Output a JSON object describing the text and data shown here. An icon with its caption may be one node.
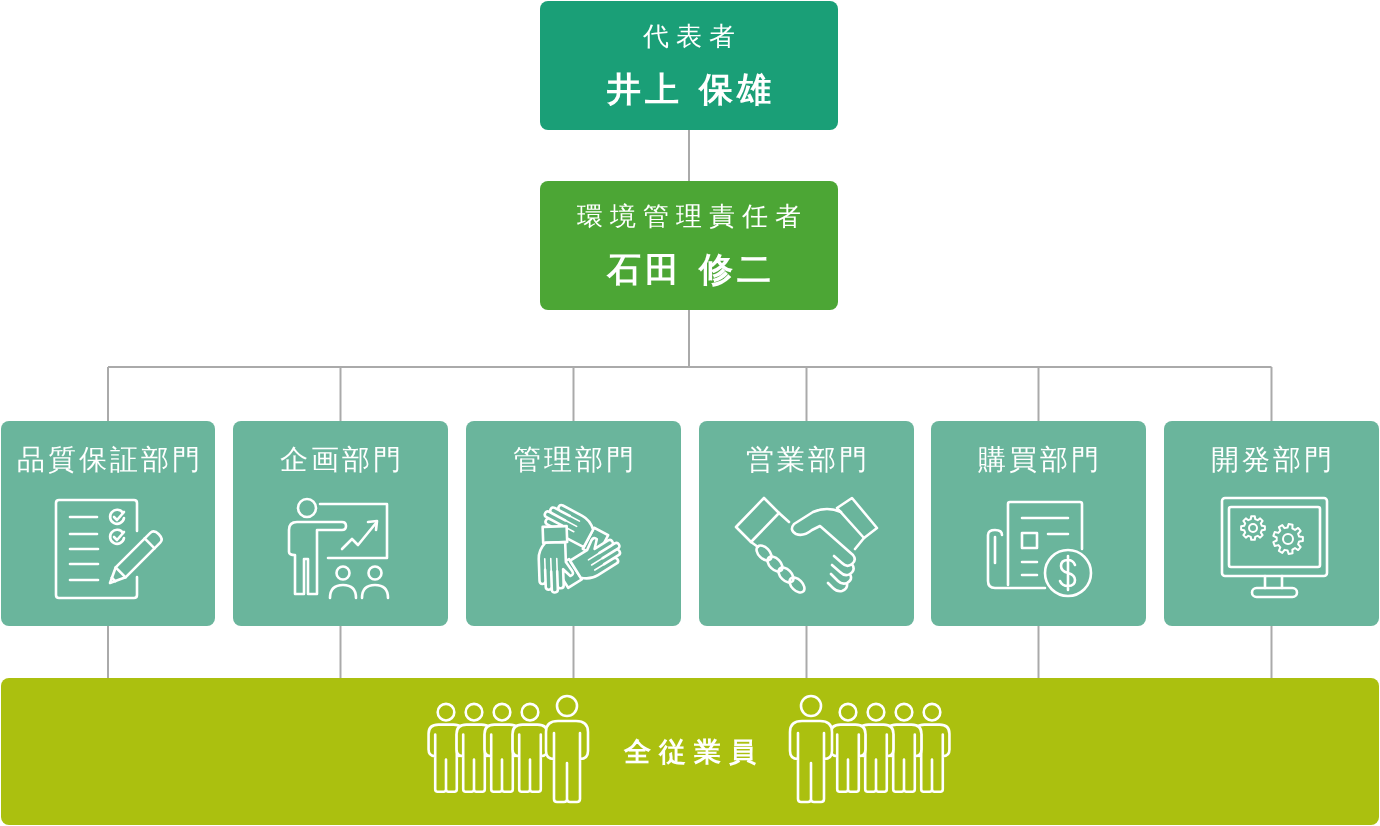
{
  "diagram": {
    "nodes": [
      {
        "text": [
          "代表者",
          "井上 保雄"
        ]
      },
      {
        "text": [
          "環境管理責任者",
          "石田 修二"
        ]
      },
      {
        "text": [
          "品質保証部門"
        ]
      },
      {
        "text": [
          "企画部門"
        ]
      },
      {
        "text": [
          "管理部門"
        ]
      },
      {
        "text": [
          "営業部門"
        ]
      },
      {
        "text": [
          "購買部門"
        ]
      },
      {
        "text": [
          "開発部門"
        ]
      },
      {
        "text": [
          "全従業員"
        ]
      }
    ],
    "edges": [
      {
        "from": 0,
        "to": 1,
        "arrow": "none"
      },
      {
        "from": 1,
        "to": 2,
        "arrow": "none"
      },
      {
        "from": 1,
        "to": 3,
        "arrow": "none"
      },
      {
        "from": 1,
        "to": 4,
        "arrow": "none"
      },
      {
        "from": 1,
        "to": 5,
        "arrow": "none"
      },
      {
        "from": 1,
        "to": 6,
        "arrow": "none"
      },
      {
        "from": 1,
        "to": 7,
        "arrow": "none"
      },
      {
        "from": 2,
        "to": 8,
        "arrow": "none"
      },
      {
        "from": 3,
        "to": 8,
        "arrow": "none"
      },
      {
        "from": 4,
        "to": 8,
        "arrow": "none"
      },
      {
        "from": 5,
        "to": 8,
        "arrow": "none"
      },
      {
        "from": 6,
        "to": 8,
        "arrow": "none"
      },
      {
        "from": 7,
        "to": 8,
        "arrow": "none"
      }
    ]
  }
}
